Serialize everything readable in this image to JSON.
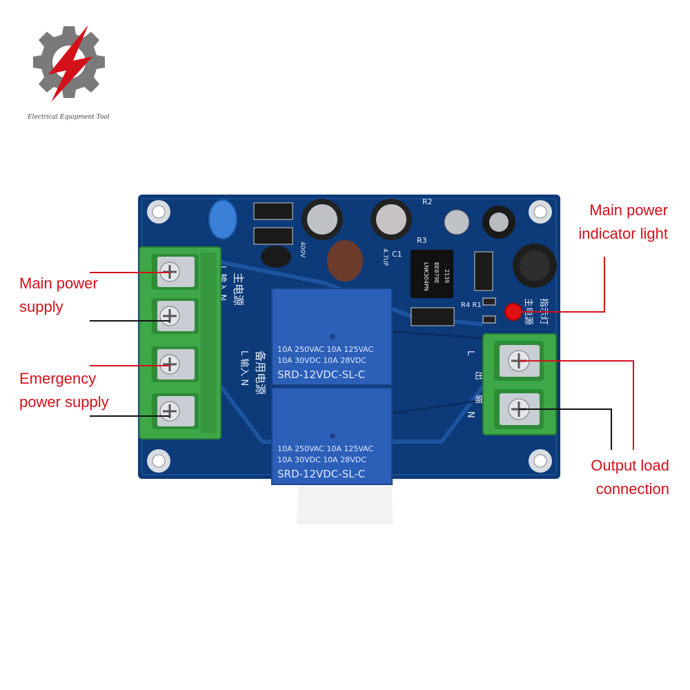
{
  "logo": {
    "icon": "gear-lightning-logo-icon",
    "text": "Electrical Equipment Tool"
  },
  "callouts": {
    "main_power_supply": [
      "Main power",
      "supply"
    ],
    "emergency_power_supply": [
      "Emergency",
      "power supply"
    ],
    "main_indicator": [
      "Main power",
      "indicator light"
    ],
    "output_load": [
      "Output load",
      "connection"
    ]
  },
  "board": {
    "relay_top": {
      "line1": "10A 250VAC  10A 125VAC",
      "line2": "10A  30VDC  10A  28VDC",
      "model": "SRD-12VDC-SL-C"
    },
    "relay_bottom": {
      "line1": "10A 250VAC  10A 125VAC",
      "line2": "10A  30VDC  10A  28VDC",
      "model": "SRD-12VDC-SL-C"
    },
    "silk_main_input": "主电源",
    "silk_main_input_sub": "L 输入 N",
    "silk_backup_input": "备用电源",
    "silk_backup_input_sub": "L 输入 N",
    "silk_output_l": "L",
    "silk_output_n": "N",
    "silk_output_label1": "出",
    "silk_output_label2": "输",
    "silk_indicator": "主电源",
    "silk_indicator2": "指示灯",
    "ic_text1": "LNK304PN",
    "ic_text2": "BE879E",
    "ic_text3": "2139",
    "silk_r2": "R2",
    "silk_r3": "R3",
    "silk_c1": "C1",
    "silk_r4r1": "R4 R1",
    "cap_text1": "400V",
    "cap_text2": "4.7UF"
  },
  "colors": {
    "pcb": "#0d3a78",
    "terminal": "#3ea848",
    "relay": "#2c5fb8",
    "callout": "#d4101a",
    "led": "#e01010"
  }
}
